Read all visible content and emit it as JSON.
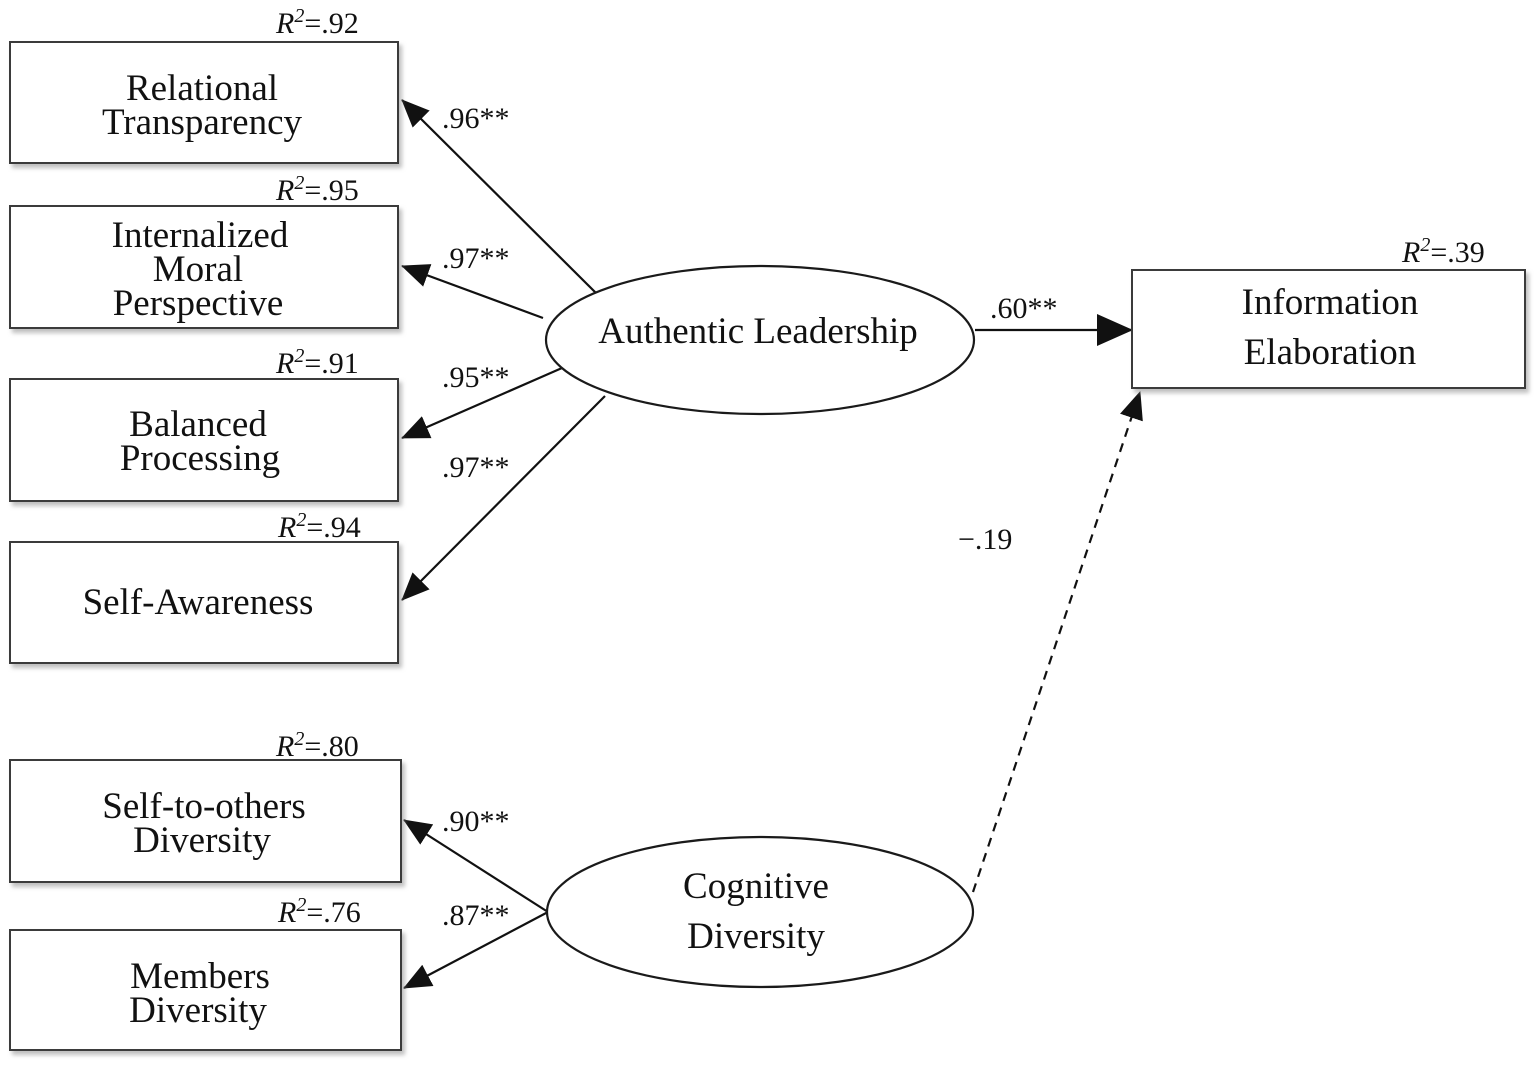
{
  "indicators": {
    "relational_transparency": {
      "lines": [
        "Relational",
        "Transparency"
      ],
      "r2_value": "=.92"
    },
    "internalized_moral_perspective": {
      "lines": [
        "Internalized",
        "Moral",
        "Perspective"
      ],
      "r2_value": "=.95"
    },
    "balanced_processing": {
      "lines": [
        "Balanced",
        "Processing"
      ],
      "r2_value": "=.91"
    },
    "self_awareness": {
      "lines": [
        "Self-Awareness"
      ],
      "r2_value": "=.94"
    },
    "self_to_others_diversity": {
      "lines": [
        "Self-to-others",
        "Diversity"
      ],
      "r2_value": "=.80"
    },
    "members_diversity": {
      "lines": [
        "Members",
        "Diversity"
      ],
      "r2_value": "=.76"
    }
  },
  "latents": {
    "authentic_leadership": {
      "lines": [
        "Authentic Leadership"
      ]
    },
    "cognitive_diversity": {
      "lines": [
        "Cognitive",
        "Diversity"
      ]
    }
  },
  "outcome": {
    "information_elaboration": {
      "lines": [
        "Information",
        "Elaboration"
      ],
      "r2_value": "=.39"
    }
  },
  "r2_symbol": "R",
  "r2_exponent": "2",
  "paths": {
    "al_to_rt": ".96**",
    "al_to_imp": ".97**",
    "al_to_bp": ".95**",
    "al_to_sa": ".97**",
    "al_to_ie": ".60**",
    "cd_to_ie": "−.19",
    "cd_to_sod": ".90**",
    "cd_to_md": ".87**"
  },
  "colors": {
    "line": "#111111",
    "box_border": "#3a3a3a",
    "background": "#ffffff"
  }
}
